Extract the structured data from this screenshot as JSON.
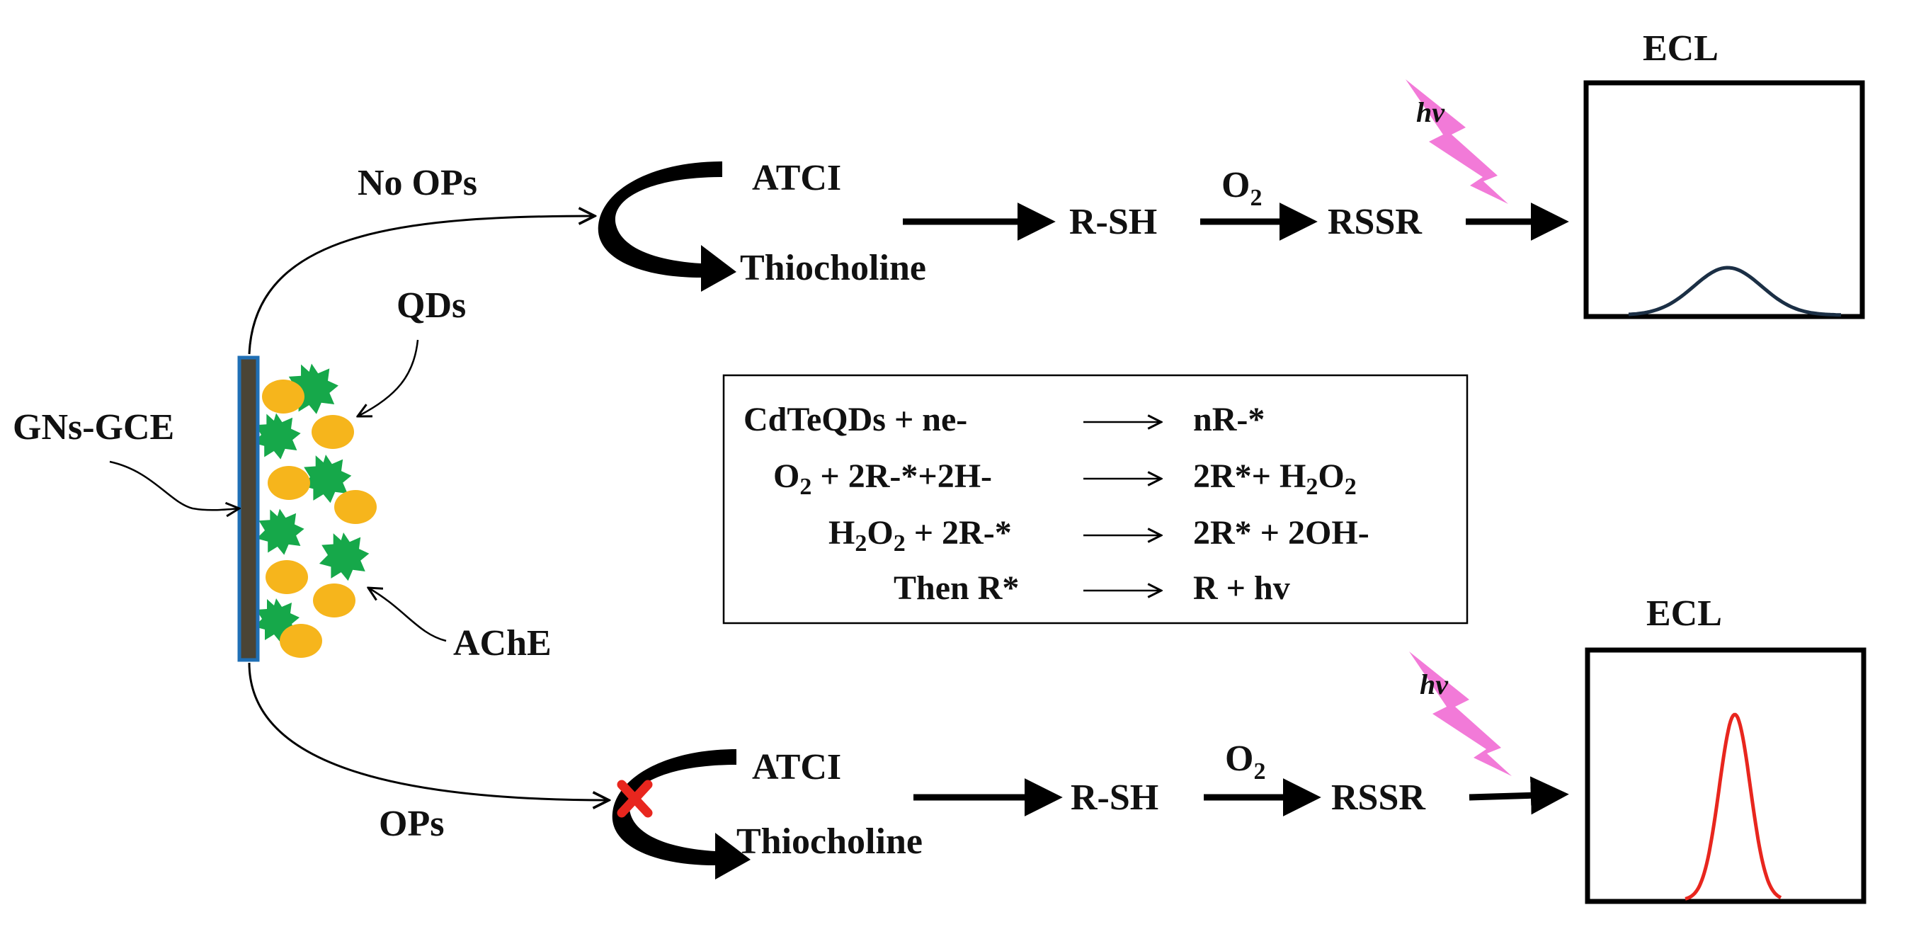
{
  "electrode": {
    "label": "GNs-GCE",
    "qds_label": "QDs",
    "enzyme_label": "AChE"
  },
  "top_path": {
    "condition": "No OPs",
    "substrate": "ATCI",
    "product": "Thiocholine",
    "thiol": "R-SH",
    "oxidant": "O",
    "oxidant_sub": "2",
    "disulfide": "RSSR",
    "photon": "hv",
    "panel_title": "ECL",
    "signal": "low",
    "line_color": "#1b2f45"
  },
  "bottom_path": {
    "condition": "OPs",
    "substrate": "ATCI",
    "product": "Thiocholine",
    "thiol": "R-SH",
    "oxidant": "O",
    "oxidant_sub": "2",
    "disulfide": "RSSR",
    "photon": "hv",
    "panel_title": "ECL",
    "signal": "high",
    "line_color": "#e8261e",
    "inhibition_mark_color": "#e8261e"
  },
  "reactions": {
    "r1_left": "CdTeQDs + ne-",
    "r1_right": "nR-*",
    "r2_left_a": "O",
    "r2_left_a_sub": "2",
    "r2_left_b": " + 2R-*+2H-",
    "r2_right_a": "2R*+ H",
    "r2_right_sub1": "2",
    "r2_right_b": "O",
    "r2_right_sub2": "2",
    "r3_left_a": "H",
    "r3_left_sub1": "2",
    "r3_left_b": "O",
    "r3_left_sub2": "2",
    "r3_left_c": " + 2R-*",
    "r3_right": "2R* + 2OH-",
    "r4_left": "Then R*",
    "r4_right": "R + hv"
  },
  "colors": {
    "qd": "#f6b51c",
    "enzyme": "#16a84a",
    "electrode_fill": "#4a4435",
    "electrode_border": "#1f6fb5",
    "lightning": "#f27ad8"
  }
}
